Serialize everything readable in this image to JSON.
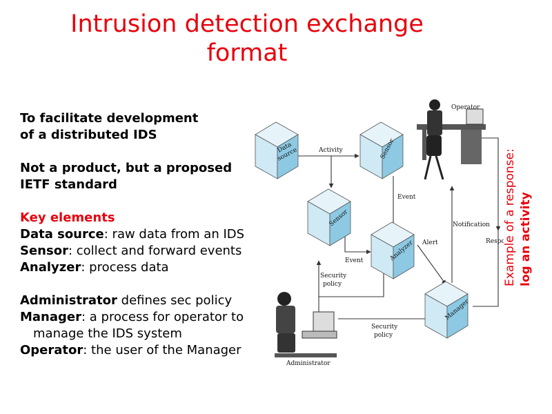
{
  "title": {
    "line1": "Intrusion detection exchange",
    "line2": "format"
  },
  "intro": {
    "line1": "To facilitate development",
    "line2": "of a distributed IDS",
    "line3": "Not a product, but a proposed",
    "line4": "IETF standard"
  },
  "key_elements": {
    "heading": "Key elements",
    "items": [
      {
        "term": "Data source",
        "desc": ": raw data from an IDS"
      },
      {
        "term": "Sensor",
        "desc": ": collect and forward events"
      },
      {
        "term": "Analyzer",
        "desc": ": process data"
      }
    ]
  },
  "roles": {
    "admin_term": "Administrator",
    "admin_desc": " defines sec policy",
    "manager_term": "Manager",
    "manager_desc": ": a process for operator to",
    "manager_desc2": "manage the IDS system",
    "operator_term": "Operator",
    "operator_desc": ": the user of the Manager"
  },
  "side_note": {
    "line1": "Example of a response:",
    "line2": "log an activity"
  },
  "diagram": {
    "cubes": {
      "data_source_1": "Data",
      "data_source_2": "source",
      "sensor_top": "Sensor",
      "sensor_left": "Sensor",
      "analyzer": "Analyzer",
      "manager": "Manager"
    },
    "labels": {
      "activity": "Activity",
      "event_top": "Event",
      "event_bottom": "Event",
      "alert": "Alert",
      "notification": "Notification",
      "response": "Response",
      "security_policy_1a": "Security",
      "security_policy_1b": "policy",
      "security_policy_2a": "Security",
      "security_policy_2b": "policy",
      "operator": "Operator",
      "administrator": "Administrator"
    },
    "colors": {
      "cube_front": "#cfe9f5",
      "cube_top": "#e6f4fa",
      "cube_side": "#8dc9e3",
      "line": "#333333"
    }
  }
}
